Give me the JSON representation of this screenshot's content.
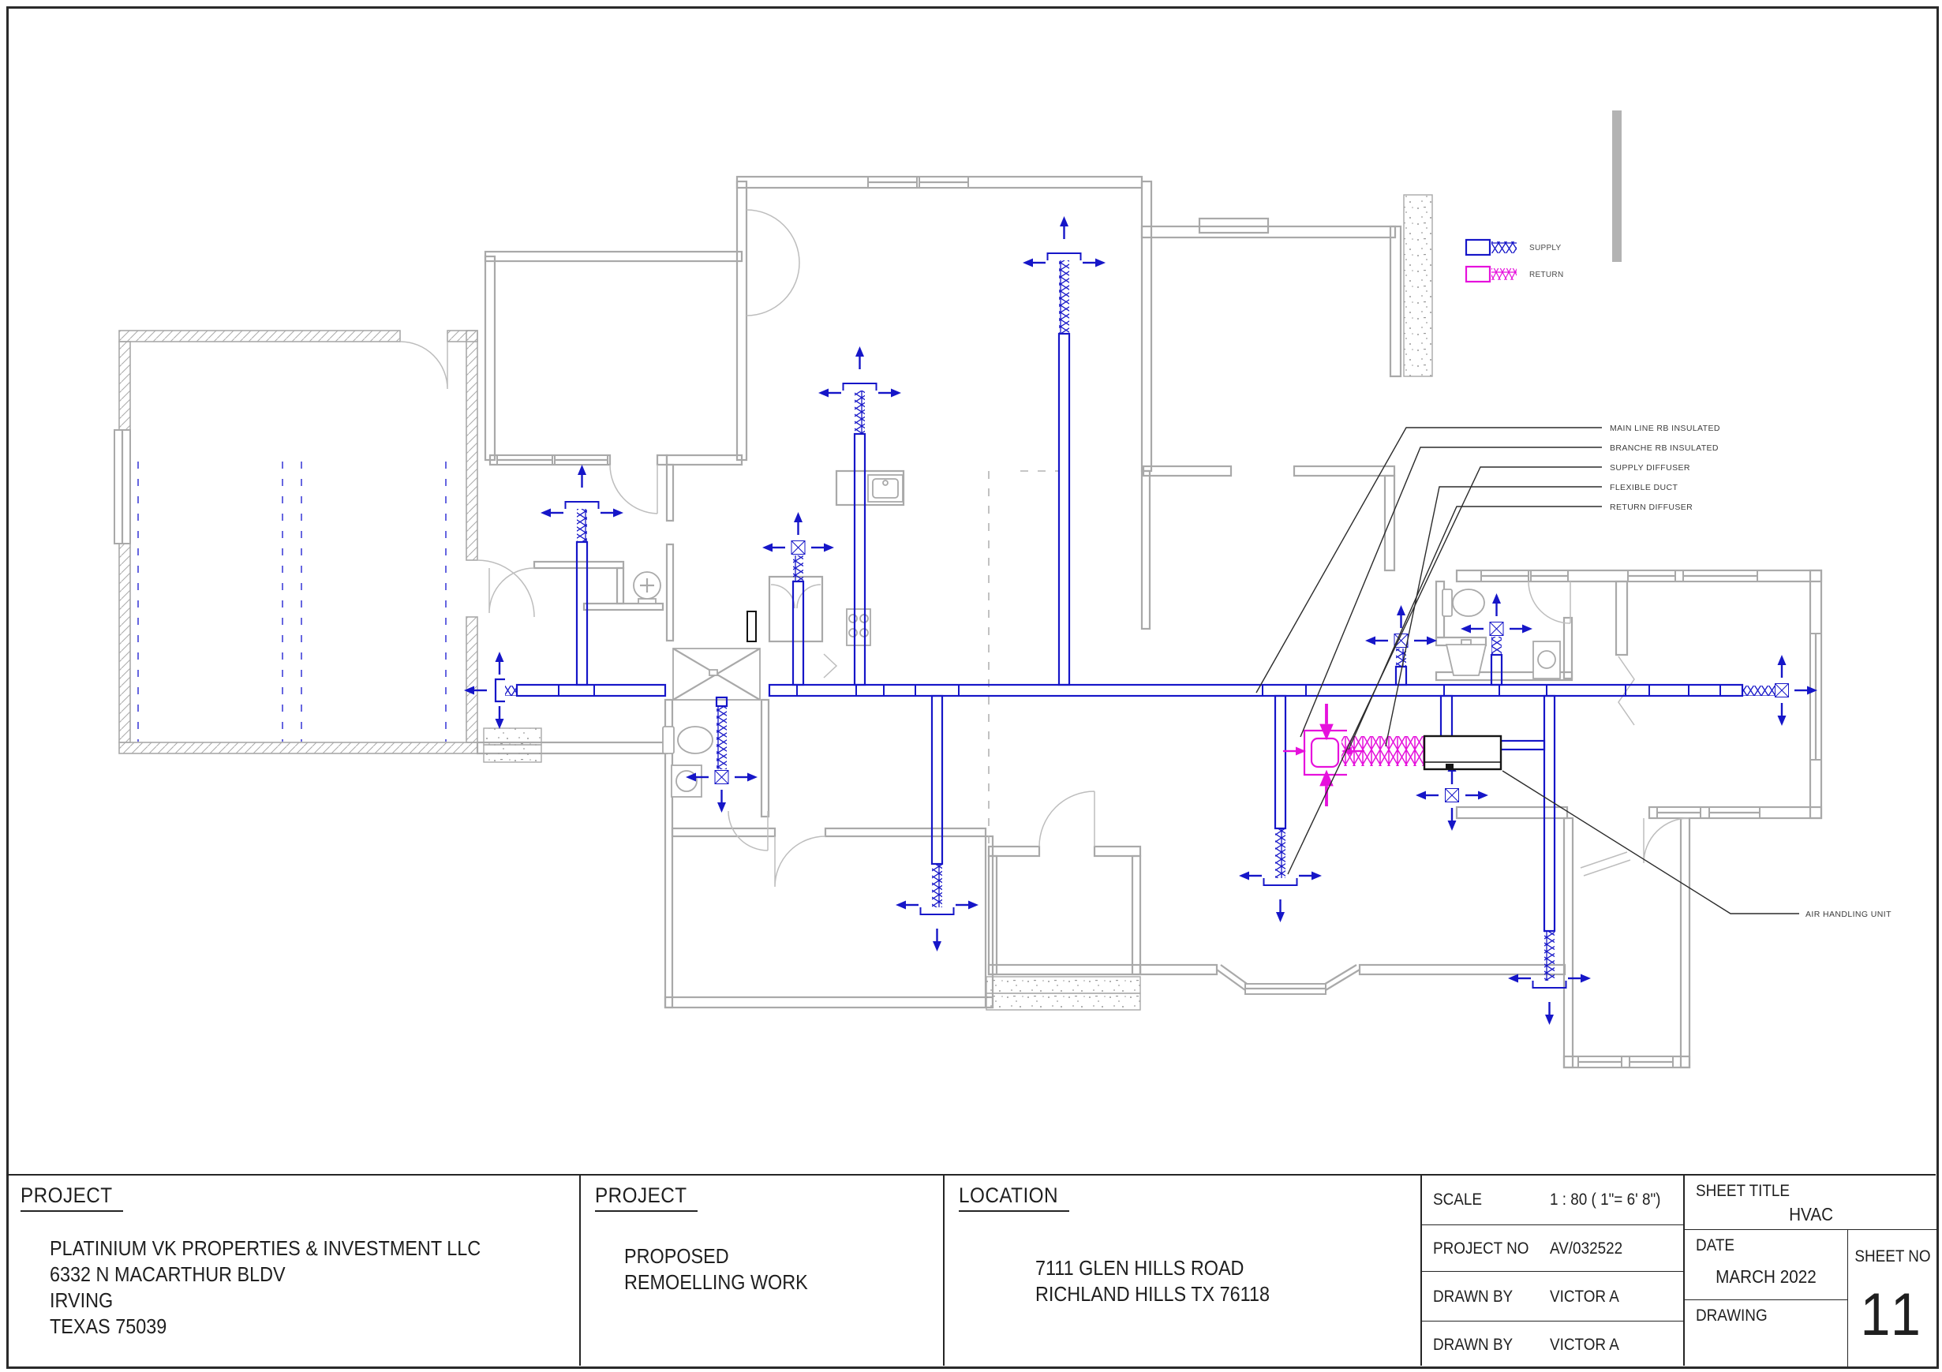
{
  "sheet": {
    "legend": {
      "supply_label": "SUPPLY",
      "return_label": "RETURN"
    },
    "callouts": {
      "main_line": "MAIN LINE RB INSULATED",
      "branch": "BRANCHE RB INSULATED",
      "supply_diffuser": "SUPPLY DIFFUSER",
      "flexible_duct": "FLEXIBLE DUCT",
      "return_diffuser": "RETURN DIFFUSER",
      "air_handling_unit": "AIR HANDLING UNIT"
    },
    "title_block": {
      "client": {
        "header": "PROJECT",
        "line1": "PLATINIUM VK PROPERTIES & INVESTMENT LLC",
        "line2": "6332 N  MACARTHUR BLDV",
        "line3": "IRVING",
        "line4": "TEXAS 75039"
      },
      "project": {
        "header": "PROJECT",
        "line1": "PROPOSED",
        "line2": "REMOELLING WORK"
      },
      "location": {
        "header": "LOCATION",
        "line1": "7111 GLEN HILLS ROAD",
        "line2": "RICHLAND HILLS TX 76118"
      },
      "scale": {
        "label": "SCALE",
        "value": "1 : 80 ( 1\"= 6' 8\")"
      },
      "project_no": {
        "label": "PROJECT NO",
        "value": "AV/032522"
      },
      "drawn_by_1": {
        "label": "DRAWN BY",
        "value": "VICTOR A"
      },
      "drawn_by_2": {
        "label": "DRAWN BY",
        "value": "VICTOR A"
      },
      "sheet_title": {
        "label": "SHEET TITLE",
        "value": "HVAC"
      },
      "date": {
        "label": "DATE",
        "value": "MARCH 2022"
      },
      "drawing": {
        "label": "DRAWING",
        "value": ""
      },
      "sheet_no": {
        "label": "SHEET NO",
        "value": "11"
      }
    },
    "colors": {
      "supply": "#1616c8",
      "return": "#e611dc",
      "walls": "#a9a9a9",
      "ink": "#1c1c1c"
    }
  }
}
